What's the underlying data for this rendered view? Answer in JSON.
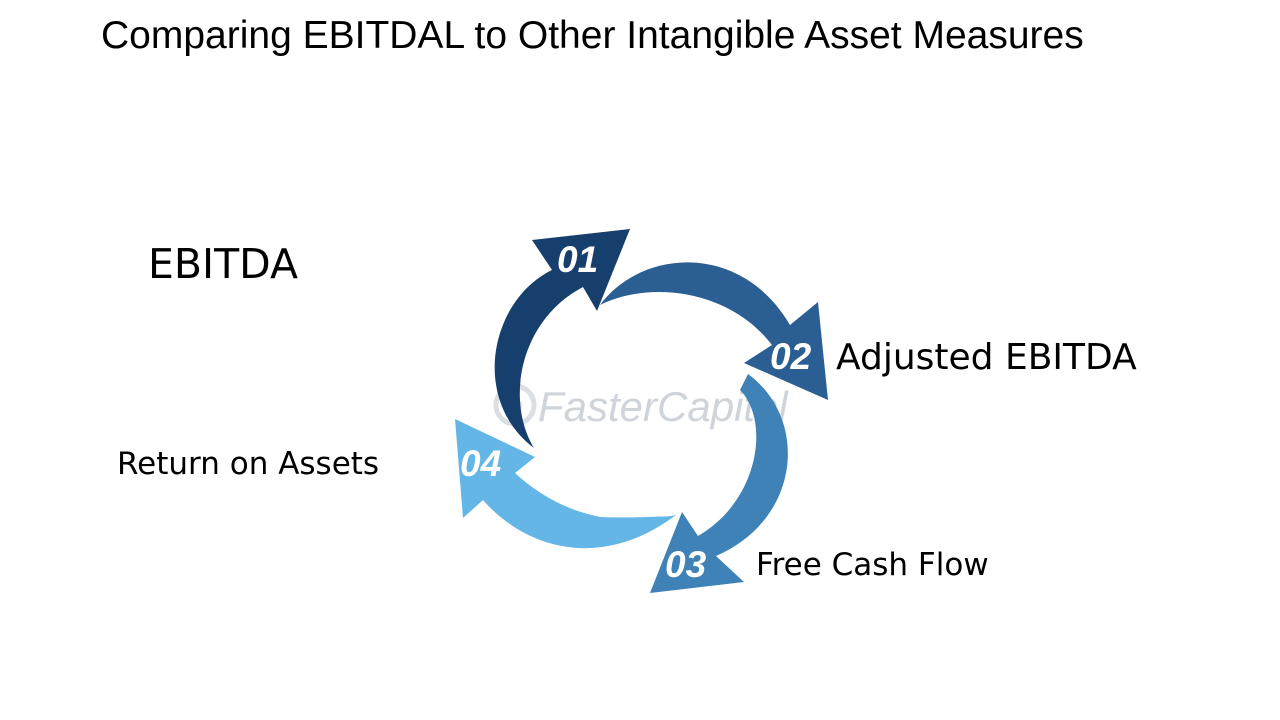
{
  "title": "Comparing EBITDAL to Other Intangible Asset Measures",
  "watermark": "FasterCapital",
  "cycle": [
    {
      "number": "01",
      "label": "EBITDA",
      "color": "#173f6d"
    },
    {
      "number": "02",
      "label": "Adjusted EBITDA",
      "color": "#2b5f93"
    },
    {
      "number": "03",
      "label": "Free Cash Flow",
      "color": "#3f82b8"
    },
    {
      "number": "04",
      "label": "Return on Assets",
      "color": "#63b6e6"
    }
  ]
}
